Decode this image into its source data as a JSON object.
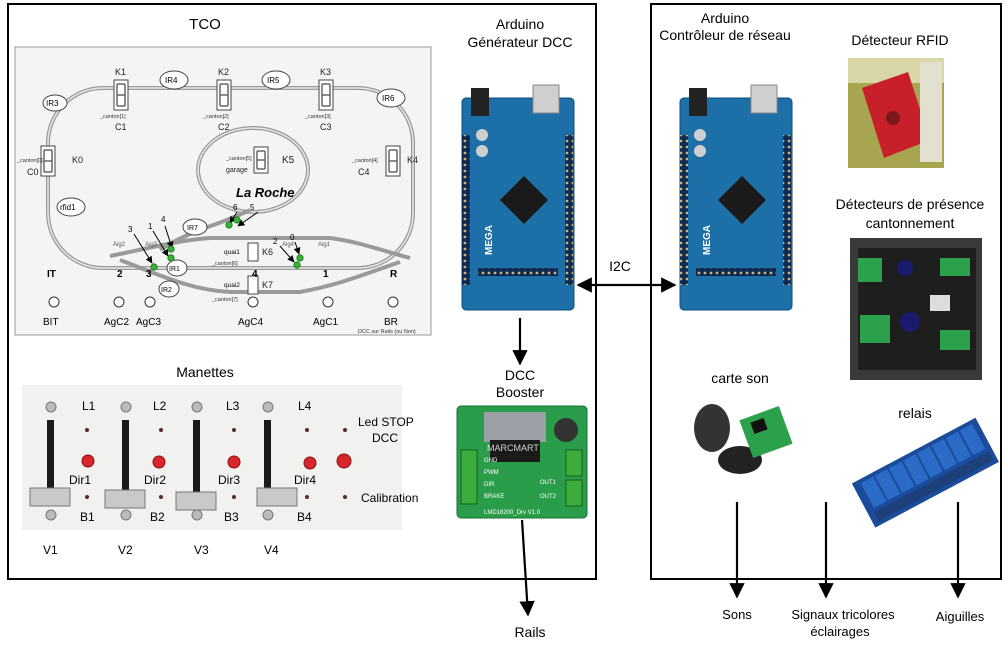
{
  "left_panel": {
    "tco_title": "TCO",
    "arduino_dcc_title_1": "Arduino",
    "arduino_dcc_title_2": "Générateur DCC",
    "manettes_title": "Manettes",
    "dcc_booster_1": "DCC",
    "dcc_booster_2": "Booster",
    "rails_label": "Rails"
  },
  "right_panel": {
    "arduino_net_title_1": "Arduino",
    "arduino_net_title_2": "Contrôleur de réseau",
    "rfid_title": "Détecteur RFID",
    "presence_title_1": "Détecteurs de présence",
    "presence_title_2": "cantonnement",
    "carte_son": "carte son",
    "relais": "relais",
    "sons": "Sons",
    "signaux_1": "Signaux tricolores",
    "signaux_2": "éclairages",
    "aiguilles": "Aiguilles"
  },
  "link_label": "I2C",
  "tco": {
    "cantons": [
      "K1",
      "K2",
      "K3",
      "K0",
      "K4",
      "K5",
      "K6",
      "K7"
    ],
    "canton_captions": [
      "C1",
      "C2",
      "C3",
      "C0",
      "C4",
      "garage"
    ],
    "canton_tags": [
      "_canton[1]",
      "_canton[2]",
      "_canton[3]",
      "_canton[0]",
      "_canton[4]",
      "_canton[5]",
      "_canton[6]",
      "_canton[7]"
    ],
    "ir_labels": [
      "IR3",
      "IR4",
      "IR5",
      "IR6",
      "IR7",
      "IR1",
      "IR2"
    ],
    "rfid_tag": "rfid1",
    "station_name": "La Roche",
    "quai_labels": [
      "quai1",
      "quai2"
    ],
    "aig_tags": [
      "Aig2",
      "Aig3",
      "Aig4",
      "Aig1"
    ],
    "switch_numbers": [
      "3",
      "1",
      "4",
      "6",
      "5",
      "2",
      "0"
    ],
    "zone_labels": [
      "IT",
      "2",
      "3",
      "4",
      "1",
      "R"
    ],
    "button_labels": [
      "BIT",
      "AgC2",
      "AgC3",
      "AgC4",
      "AgC1",
      "BR"
    ],
    "footer_note": "DCC sur Rails (ou Non)"
  },
  "manettes": {
    "led_labels": [
      "L1",
      "L2",
      "L3",
      "L4"
    ],
    "dir_labels": [
      "Dir1",
      "Dir2",
      "Dir3",
      "Dir4"
    ],
    "b_labels": [
      "B1",
      "B2",
      "B3",
      "B4"
    ],
    "v_labels": [
      "V1",
      "V2",
      "V3",
      "V4"
    ],
    "led_stop_1": "Led STOP",
    "led_stop_2": "DCC",
    "calibration": "Calibration"
  },
  "booster_board": {
    "brand": "MARCMART",
    "pins": [
      "GND",
      "PWM",
      "DIR",
      "BRAKE"
    ],
    "outputs": [
      "OUT1",
      "OUT2"
    ],
    "model": "LMD18200_Drv V1.0"
  },
  "board_text": "MEGA",
  "colors": {
    "arduino_blue": "#1d6fa8",
    "pcb_green": "#2a9d4b",
    "relay_blue": "#2b6bc8",
    "rfid_red": "#c8202a"
  }
}
